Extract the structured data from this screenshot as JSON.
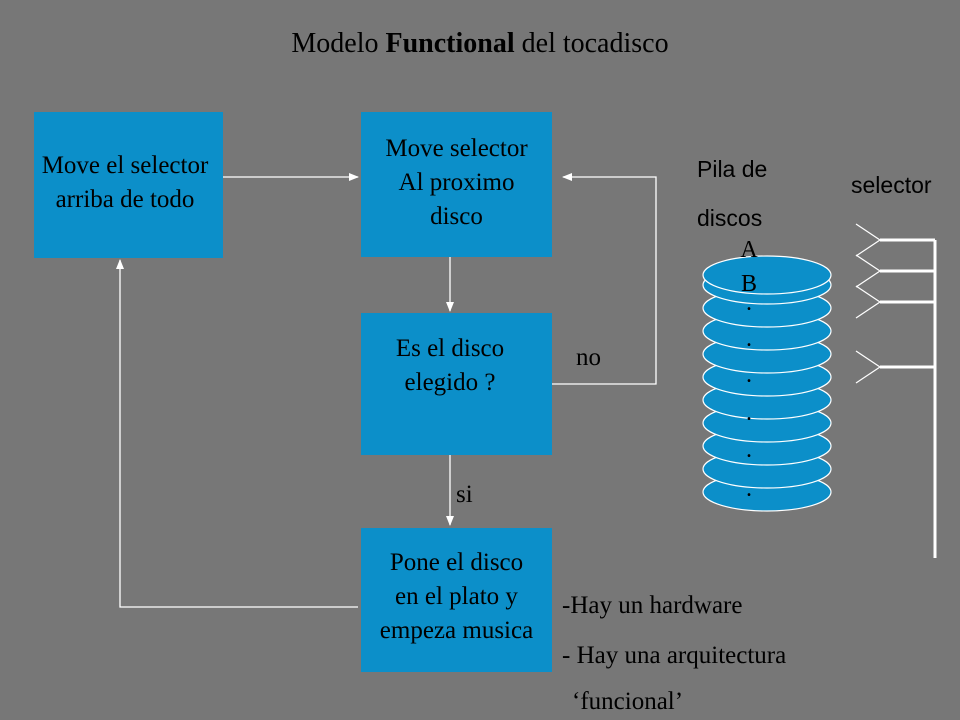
{
  "title": {
    "prefix": "Modelo ",
    "bold": "Functional",
    "suffix": " del tocadisco"
  },
  "boxes": {
    "move_top": [
      "Move el selector",
      "arriba de todo"
    ],
    "move_next": [
      "Move selector",
      "Al proximo",
      "disco"
    ],
    "is_chosen": [
      "Es el disco",
      "elegido ?"
    ],
    "play": [
      "Pone el disco",
      "en el plato y",
      "empeza musica"
    ]
  },
  "edge_labels": {
    "no": "no",
    "si": "si"
  },
  "stack": {
    "label_line1": "Pila de",
    "label_line2": "discos",
    "letters": [
      "A",
      "B",
      ".",
      ".",
      ".",
      ".",
      ".",
      "."
    ],
    "selector_label": "selector"
  },
  "notes": [
    "-Hay un hardware",
    "- Hay una arquitectura",
    "‘funcional’"
  ],
  "colors": {
    "background": "#777777",
    "box": "#0c8fc9",
    "line": "#ffffff"
  }
}
